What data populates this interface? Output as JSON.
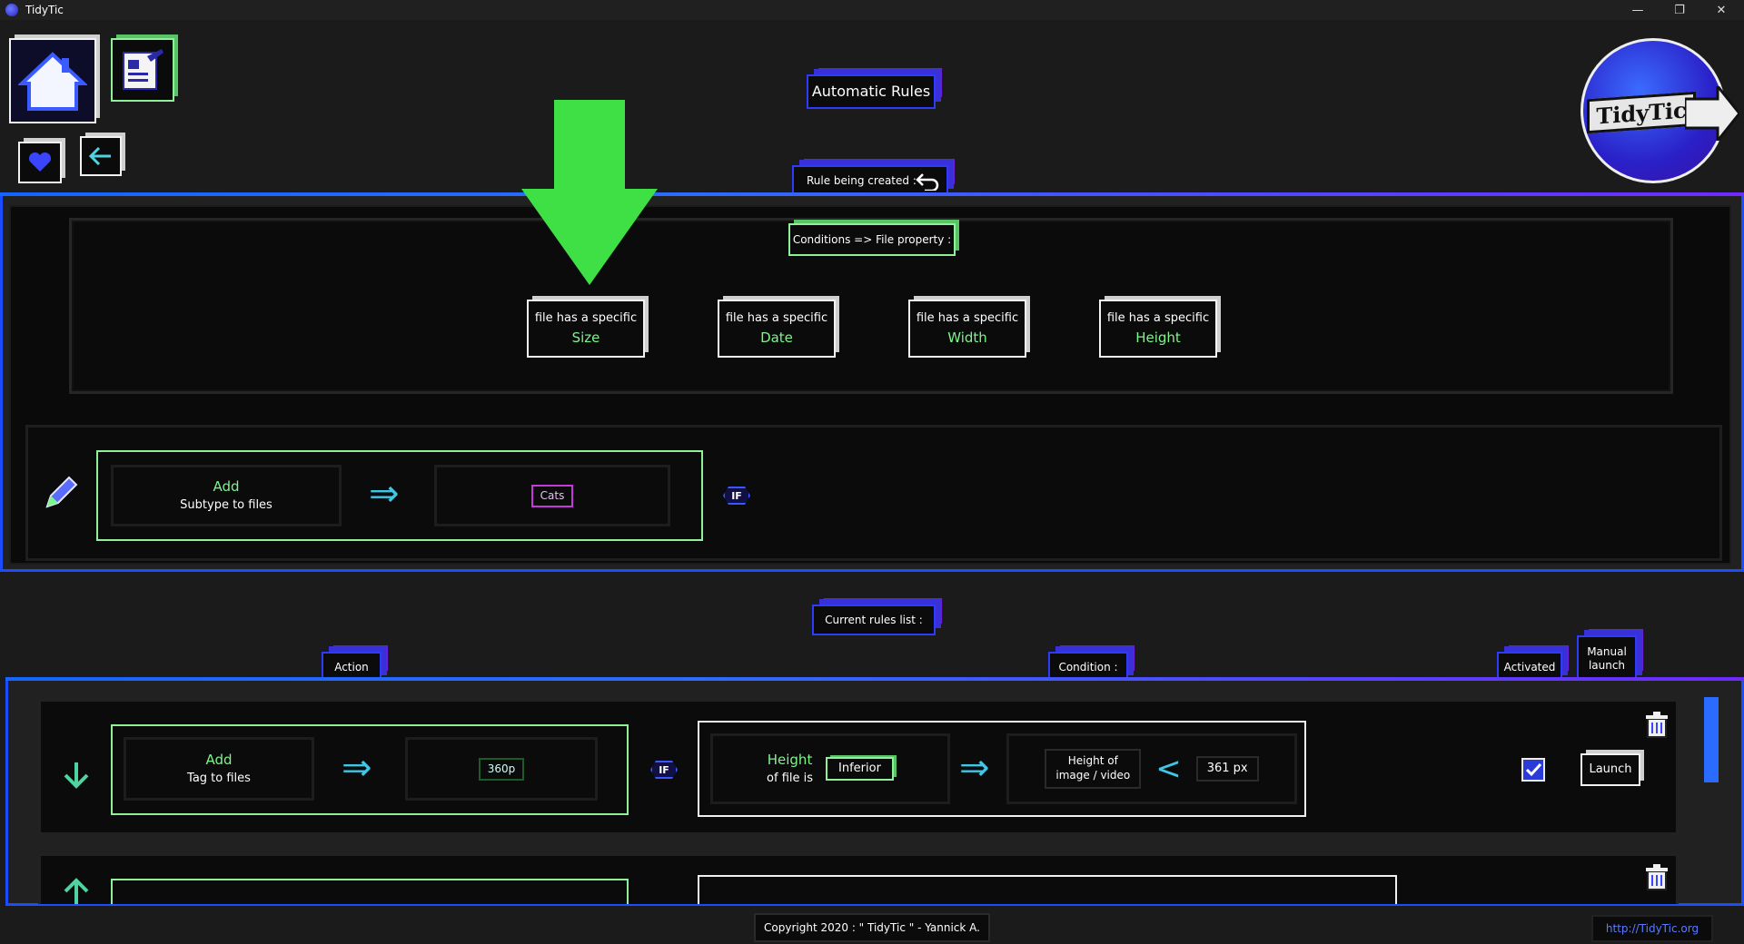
{
  "window": {
    "title": "TidyTic",
    "minimize": "—",
    "restore": "❐",
    "close": "✕"
  },
  "nav": {
    "home": "home-icon",
    "edit": "edit-icon",
    "favorite": "heart-icon",
    "back": "back-arrow-icon"
  },
  "header": {
    "title": "Automatic Rules"
  },
  "logo": {
    "text": "TidyTic"
  },
  "rule_creation": {
    "label": "Rule being created :",
    "conditions_label": "Conditions => File property :",
    "options": [
      {
        "line1": "file has a specific",
        "line2": "Size"
      },
      {
        "line1": "file has a specific",
        "line2": "Date"
      },
      {
        "line1": "file has a specific",
        "line2": "Width"
      },
      {
        "line1": "file has a specific",
        "line2": "Height"
      }
    ],
    "action": {
      "verb": "Add",
      "detail": "Subtype to files",
      "target": "Cats"
    },
    "if_label": "IF"
  },
  "rules_list": {
    "label": "Current rules list :",
    "col_action": "Action",
    "col_condition": "Condition :",
    "col_activated": "Activated",
    "col_manual": "Manual launch",
    "rows": [
      {
        "verb": "Add",
        "detail": "Tag to files",
        "target": "360p",
        "if_label": "IF",
        "prop_line1": "Height",
        "prop_line2": "of file is",
        "comparator": "Inferior",
        "subject_line1": "Height of",
        "subject_line2": "image / video",
        "operator": "<",
        "value": "361 px",
        "activated": true,
        "launch": "Launch"
      }
    ]
  },
  "footer": {
    "copyright": "Copyright 2020 : \" TidyTic \" - Yannick A.",
    "url": "http://TidyTic.org"
  },
  "colors": {
    "accent_blue": "#2c3cff",
    "accent_green": "#7df58b",
    "accent_purple": "#6d1fd8",
    "big_arrow": "#3fe046"
  }
}
